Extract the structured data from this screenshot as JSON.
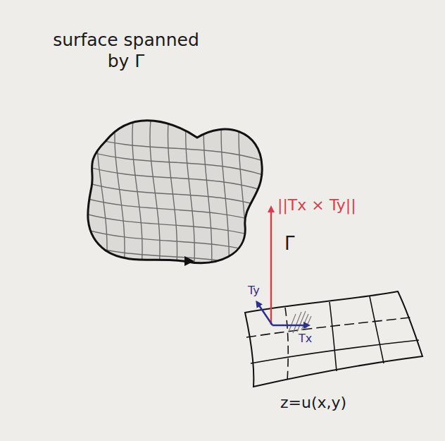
{
  "diagram": {
    "labels": [
      "surface spanned by Γ",
      "Γ",
      "||Tx × Ty||",
      "Ty",
      "Tx",
      "z=u(x,y)"
    ]
  }
}
